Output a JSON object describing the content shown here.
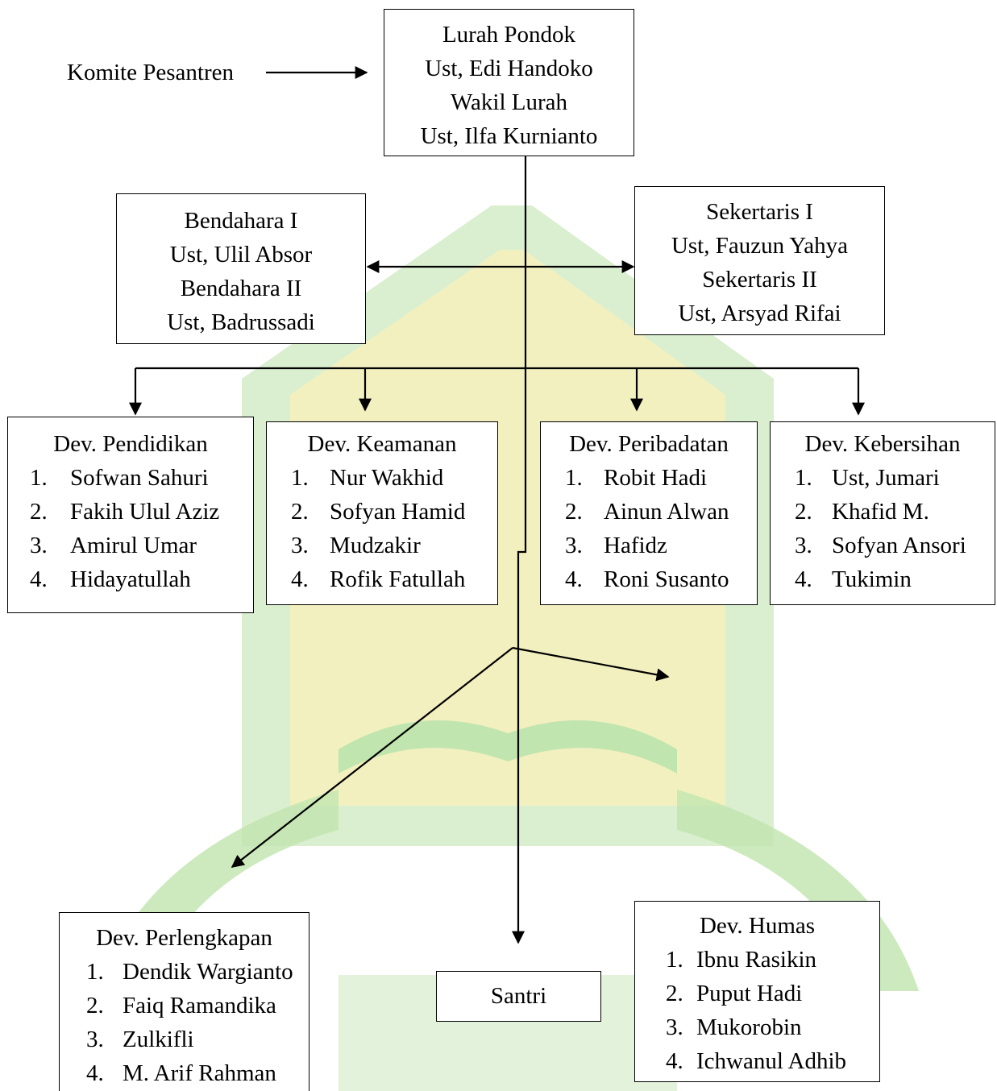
{
  "top_label": "Komite Pesantren",
  "head": {
    "lines": [
      "Lurah Pondok",
      "Ust, Edi Handoko",
      "Wakil Lurah",
      "Ust, Ilfa Kurnianto"
    ]
  },
  "treasurer": {
    "lines": [
      "Bendahara I",
      "Ust, Ulil Absor",
      "Bendahara II",
      "Ust, Badrussadi"
    ]
  },
  "secretary": {
    "lines": [
      "Sekertaris I",
      "Ust, Fauzun Yahya",
      "Sekertaris II",
      "Ust, Arsyad Rifai"
    ]
  },
  "divisions": [
    {
      "title": "Dev. Pendidikan",
      "members": [
        {
          "num": "1.",
          "name": "Sofwan Sahuri"
        },
        {
          "num": "2.",
          "name": "Fakih Ulul Aziz"
        },
        {
          "num": "3.",
          "name": "Amirul Umar"
        },
        {
          "num": "4.",
          "name": "Hidayatullah"
        }
      ]
    },
    {
      "title": "Dev. Keamanan",
      "members": [
        {
          "num": "1.",
          "name": "Nur Wakhid"
        },
        {
          "num": "2.",
          "name": "Sofyan Hamid"
        },
        {
          "num": "3.",
          "name": "Mudzakir"
        },
        {
          "num": "4.",
          "name": "Rofik Fatullah"
        }
      ]
    },
    {
      "title": "Dev. Peribadatan",
      "members": [
        {
          "num": "1.",
          "name": "Robit Hadi"
        },
        {
          "num": "2.",
          "name": "Ainun Alwan"
        },
        {
          "num": "3.",
          "name": "Hafidz"
        },
        {
          "num": "4.",
          "name": "Roni Susanto"
        }
      ]
    },
    {
      "title": "Dev. Kebersihan",
      "members": [
        {
          "num": "1.",
          "name": "Ust, Jumari"
        },
        {
          "num": "2.",
          "name": "Khafid M."
        },
        {
          "num": "3.",
          "name": "Sofyan Ansori"
        },
        {
          "num": "4.",
          "name": "Tukimin"
        }
      ]
    }
  ],
  "equipment": {
    "title": "Dev. Perlengkapan",
    "members": [
      {
        "num": "1.",
        "name": "Dendik Wargianto"
      },
      {
        "num": "2.",
        "name": "Faiq Ramandika"
      },
      {
        "num": "3.",
        "name": "Zulkifli"
      },
      {
        "num": "4.",
        "name": "M. Arif Rahman"
      }
    ]
  },
  "santri": "Santri",
  "publicrel": {
    "title": "Dev. Humas",
    "members": [
      {
        "num": "1.",
        "name": "Ibnu Rasikin"
      },
      {
        "num": "2.",
        "name": "Puput Hadi"
      },
      {
        "num": "3.",
        "name": "Mukorobin"
      },
      {
        "num": "4.",
        "name": "Ichwanul Adhib"
      }
    ]
  },
  "colors": {
    "watermark_green": "#8fcf6e",
    "watermark_yellow": "#f2e58a",
    "line": "#000000"
  }
}
